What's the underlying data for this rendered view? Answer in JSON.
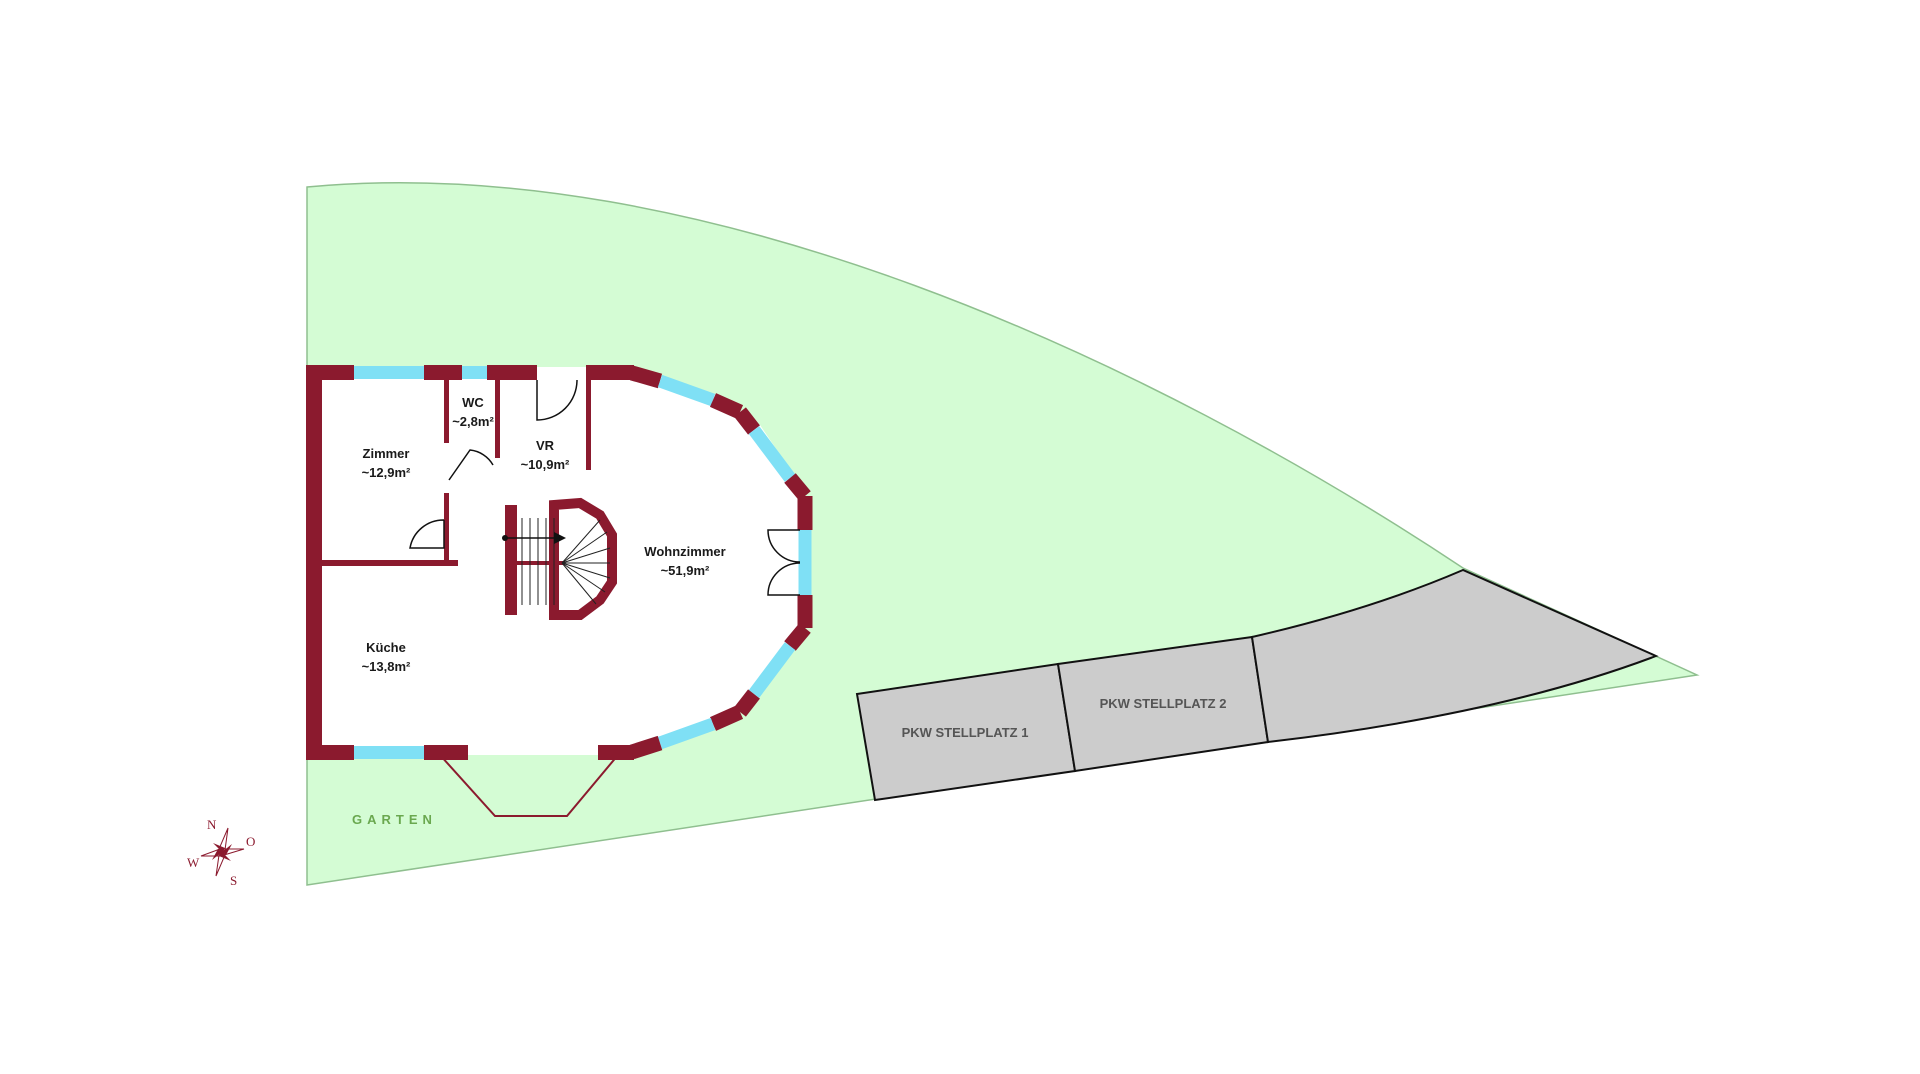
{
  "colors": {
    "garden": "#d4fcd4",
    "garden_edge": "#8fbf8f",
    "wall": "#8b1a2e",
    "window": "#7fe0f5",
    "parking": "#cccccc",
    "garden_text": "#6aa84f"
  },
  "rooms": [
    {
      "id": "zimmer",
      "name": "Zimmer",
      "area": "~12,9m²"
    },
    {
      "id": "wc",
      "name": "WC",
      "area": "~2,8m²"
    },
    {
      "id": "vr",
      "name": "VR",
      "area": "~10,9m²"
    },
    {
      "id": "wohnzimmer",
      "name": "Wohnzimmer",
      "area": "~51,9m²"
    },
    {
      "id": "kueche",
      "name": "Küche",
      "area": "~13,8m²"
    }
  ],
  "parking": {
    "spot1": "PKW STELLPLATZ 1",
    "spot2": "PKW STELLPLATZ 2"
  },
  "garden_label": "GARTEN",
  "compass": {
    "n": "N",
    "o": "O",
    "s": "S",
    "w": "W"
  }
}
